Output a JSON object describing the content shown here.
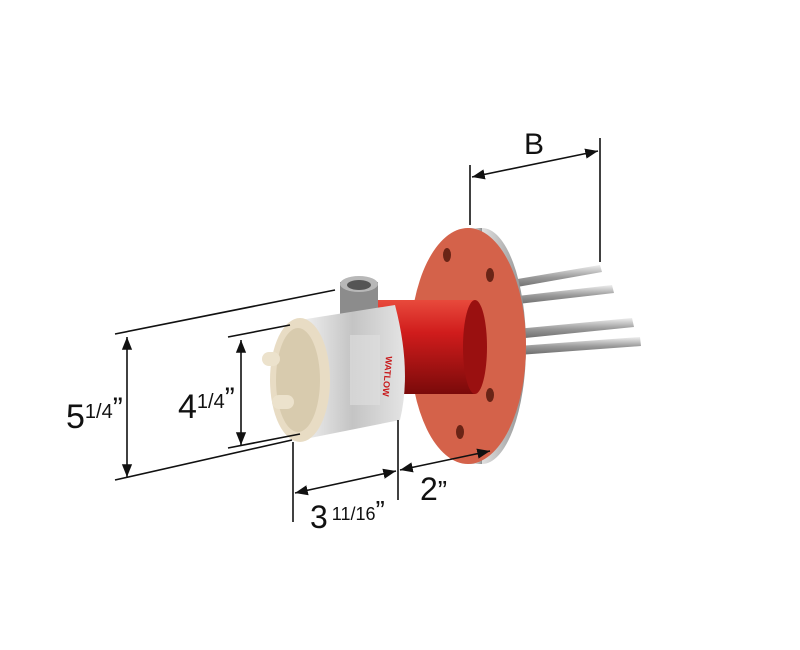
{
  "dimensions": {
    "b": {
      "main": "B"
    },
    "overall_height": {
      "whole": "5",
      "fraction": "1/4",
      "unit": "”"
    },
    "housing_height": {
      "whole": "4",
      "fraction": "1/4",
      "unit": "”"
    },
    "housing_length": {
      "whole": "3",
      "fraction": "11/16",
      "unit": "”"
    },
    "flange_offset": {
      "whole": "2",
      "unit": "”"
    }
  },
  "product": {
    "brand_logo": "WATLOW"
  },
  "colors": {
    "flange": "#d4624a",
    "body": "#c8181a",
    "housing": "#c9c9c9",
    "line": "#111111"
  }
}
